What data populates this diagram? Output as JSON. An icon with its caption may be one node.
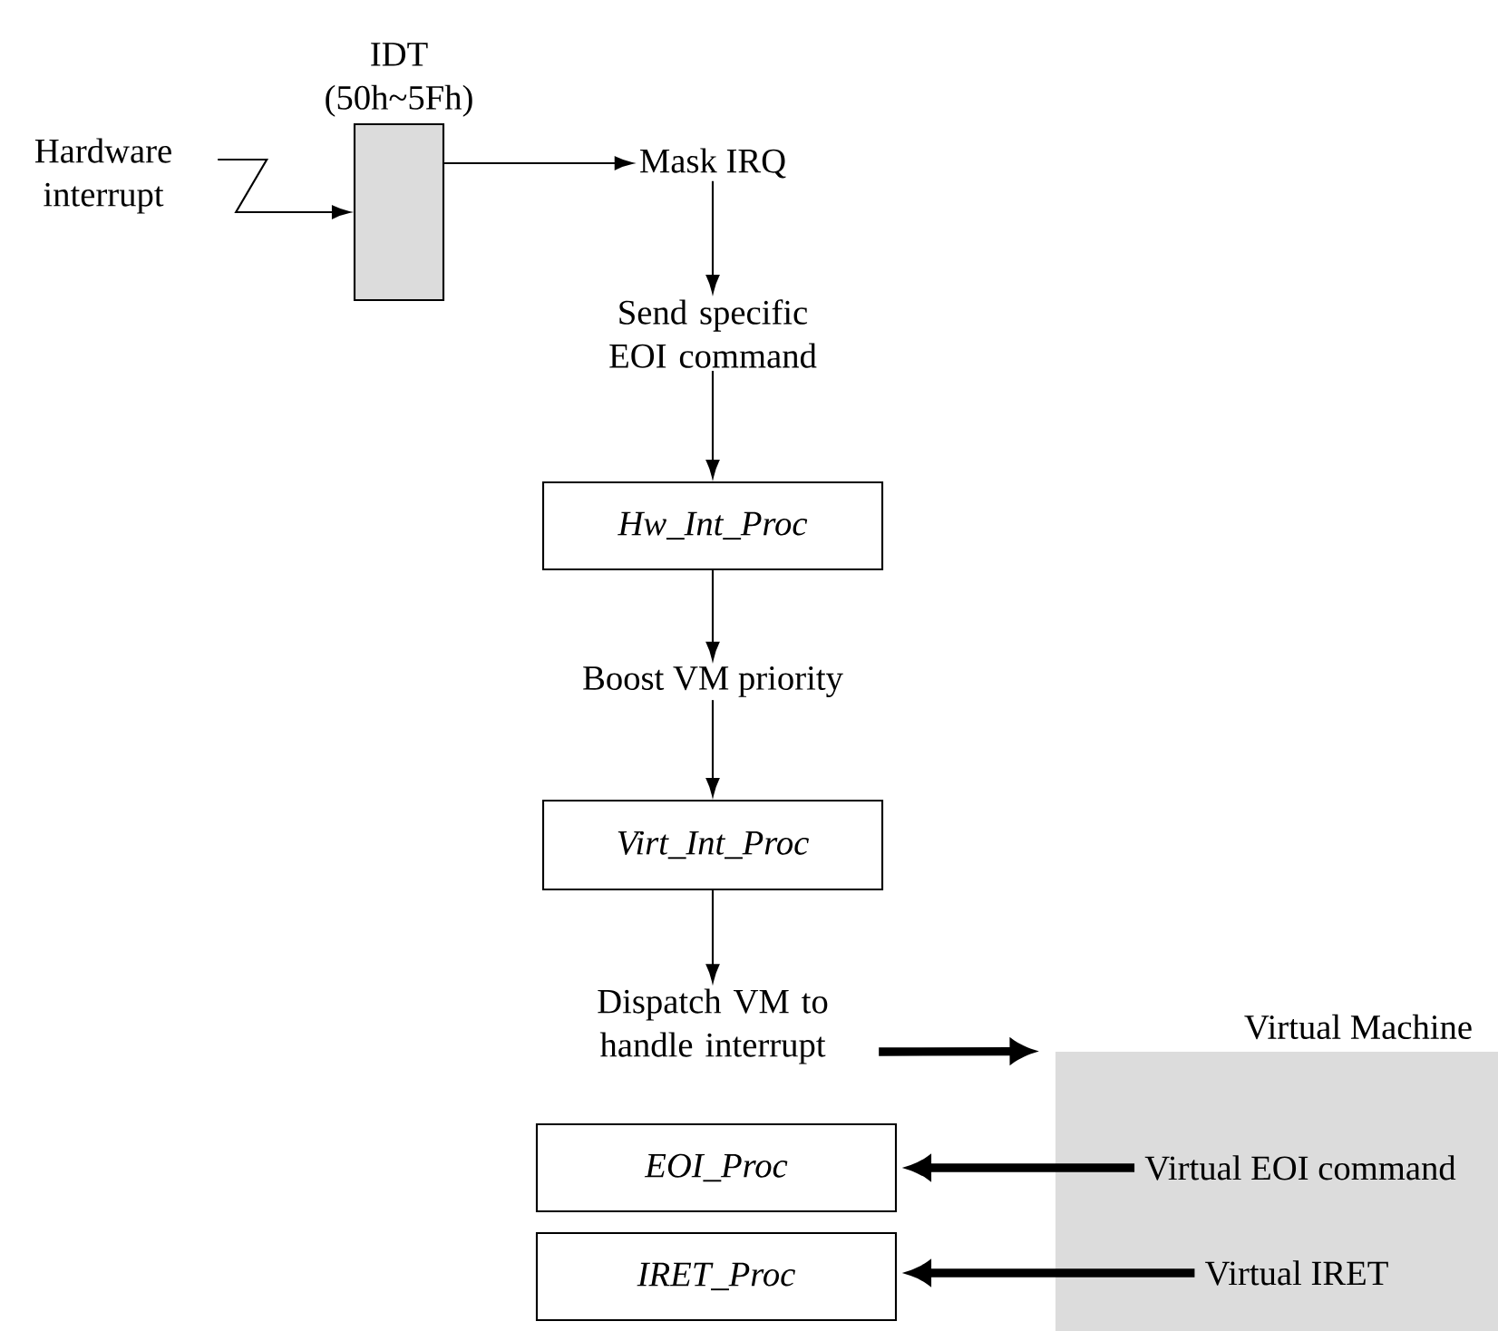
{
  "diagram": {
    "nodes": [
      {
        "text": [
          "Hardware interrupt"
        ]
      },
      {
        "text": [
          "IDT (50h~5Fh)"
        ]
      },
      {
        "text": [
          "Mask IRQ"
        ]
      },
      {
        "text": [
          "Send specific EOI command"
        ]
      },
      {
        "text": [
          "Hw_Int_Proc"
        ]
      },
      {
        "text": [
          "Boost VM priority"
        ]
      },
      {
        "text": [
          "Virt_Int_Proc"
        ]
      },
      {
        "text": [
          "Dispatch VM to handle interrupt"
        ]
      },
      {
        "text": [
          "Virtual Machine"
        ]
      },
      {
        "text": [
          "EOI_Proc"
        ]
      },
      {
        "text": [
          "Virtual EOI command"
        ],
        "in": 8
      },
      {
        "text": [
          "IRET_Proc"
        ]
      },
      {
        "text": [
          "Virtual IRET"
        ],
        "in": 8
      }
    ],
    "edges": [
      {
        "from": 0,
        "to": 1,
        "arrow": "to"
      },
      {
        "from": 1,
        "to": 2,
        "arrow": "to"
      },
      {
        "from": 2,
        "to": 3,
        "arrow": "to"
      },
      {
        "from": 3,
        "to": 4,
        "arrow": "to"
      },
      {
        "from": 4,
        "to": 5,
        "arrow": "to"
      },
      {
        "from": 5,
        "to": 6,
        "arrow": "to"
      },
      {
        "from": 6,
        "to": 7,
        "arrow": "to"
      },
      {
        "from": 7,
        "to": 8,
        "arrow": "to",
        "style": "thick"
      },
      {
        "from": 10,
        "to": 9,
        "arrow": "to",
        "style": "thick"
      },
      {
        "from": 12,
        "to": 11,
        "arrow": "to",
        "style": "thick"
      }
    ]
  }
}
